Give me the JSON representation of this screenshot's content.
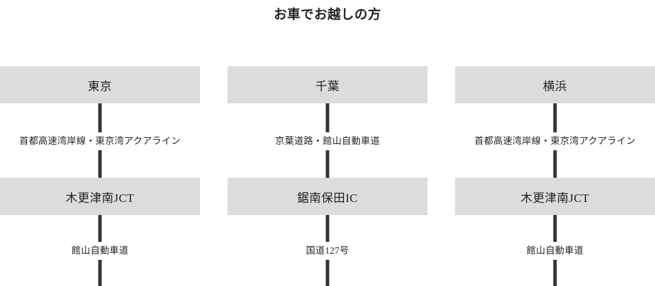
{
  "page": {
    "title": "お車でお越しの方",
    "background_color": "#ffffff",
    "node_fill_color": "#dcdcdc",
    "connector_color": "#333333",
    "text_color": "#231f20"
  },
  "columns": [
    {
      "origin": "東京",
      "link1": "首都高速湾岸線・東京湾アクアライン",
      "waypoint": "木更津南JCT",
      "link2": "館山自動車道"
    },
    {
      "origin": "千葉",
      "link1": "京葉道路・館山自動車道",
      "waypoint": "鋸南保田IC",
      "link2": "国道127号"
    },
    {
      "origin": "横浜",
      "link1": "首都高速湾岸線・東京湾アクアライン",
      "waypoint": "木更津南JCT",
      "link2": "館山自動車道"
    }
  ]
}
